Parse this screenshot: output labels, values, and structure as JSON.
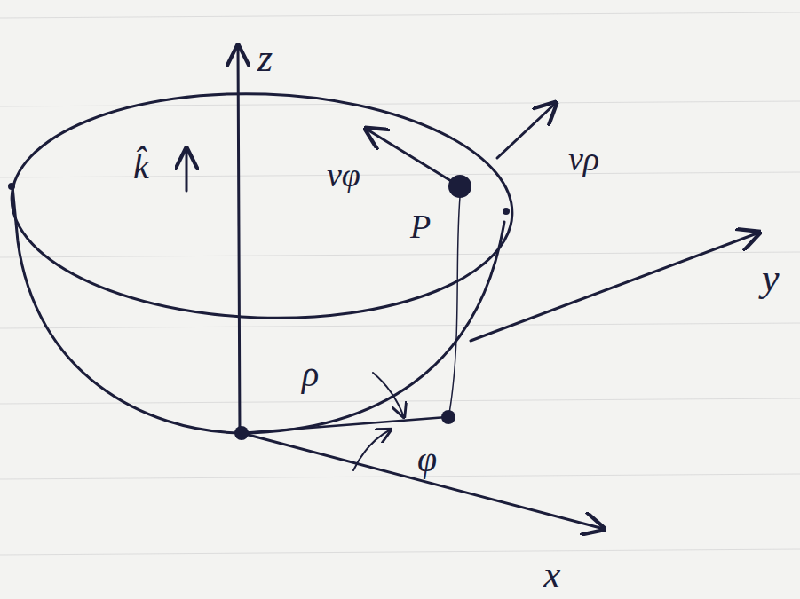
{
  "diagram": {
    "labels": [
      "z",
      "k̂",
      "vφ",
      "P",
      "vρ",
      "y",
      "ρ",
      "φ",
      "x"
    ]
  }
}
